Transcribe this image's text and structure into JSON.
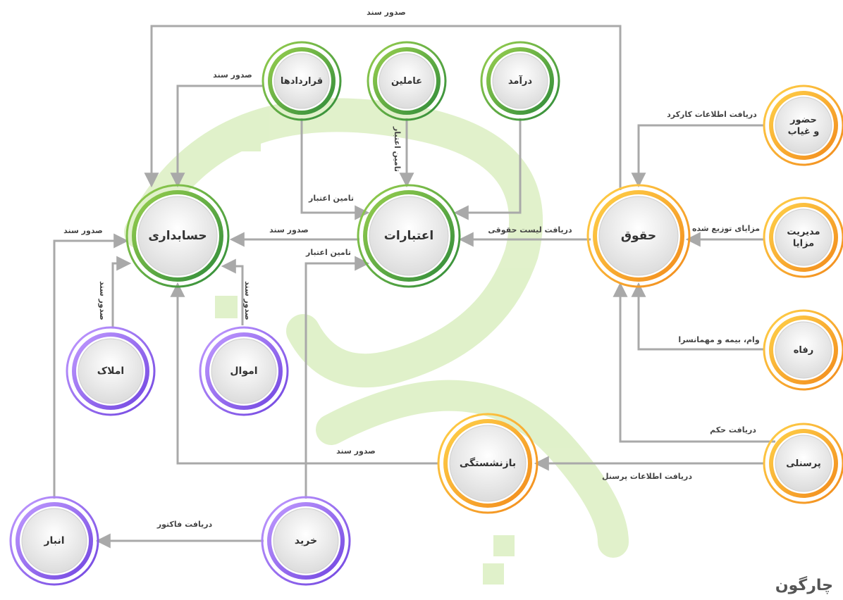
{
  "colors": {
    "green": "#4aa33c",
    "orange": "#f5a623",
    "purple": "#8b5cf6",
    "line": "#a9a9a9",
    "watermark": "#c8e6a0"
  },
  "nodes": {
    "hesabdari": "حسابداری",
    "etebarat": "اعتبارات",
    "hoghoogh": "حقوق",
    "gharardadha": "قراردادها",
    "amelin": "عاملین",
    "daramad": "درآمد",
    "hozoor": "حضور\nو غیاب",
    "modiriat": "مدیریت\nمزایا",
    "refah": "رفاه",
    "personeli": "پرسنلی",
    "bazneshastegi": "بازنشستگی",
    "amlak": "املاک",
    "amval": "اموال",
    "anbar": "انبار",
    "kharid": "خرید"
  },
  "edge_labels": {
    "sodoor_top": "صدور سند",
    "sodoor_gharardad": "صدور سند",
    "tamin_amelin": "تامین اعتبار",
    "tamin_gharardad": "تامین اعتبار",
    "tamin_kharid": "تامین اعتبار",
    "hozoor": "دریافت اطلاعات کارکرد",
    "mazaya": "مزایای توزیع شده",
    "list_hoghoogh": "دریافت لیست حقوقی",
    "sodoor_etebarat": "صدور سند",
    "sodoor_left": "صدور سند",
    "sodoor_amlak": "صدور سند",
    "sodoor_amval": "صدور سند",
    "vam": "وام، بیمه و مهمانسرا",
    "hokm": "دریافت حکم",
    "ettelaat_personel": "دریافت اطلاعات پرسنل",
    "sodoor_bazneshastegi": "صدور سند",
    "factor": "دریافت فاکتور"
  },
  "brand": "چارگون"
}
